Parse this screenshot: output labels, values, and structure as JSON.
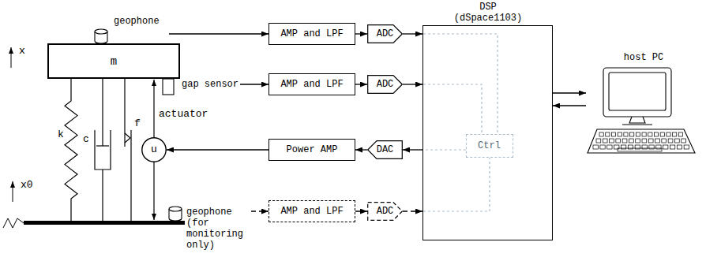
{
  "diagram": {
    "nodes": [
      {
        "text": [
          "geophone"
        ]
      },
      {
        "text": [
          "m"
        ]
      },
      {
        "text": [
          "gap sensor"
        ]
      },
      {
        "text": [
          "u"
        ]
      },
      {
        "text": [
          "geophone (for monitoring only)"
        ]
      },
      {
        "text": [
          "AMP and LPF"
        ]
      },
      {
        "text": [
          "ADC"
        ]
      },
      {
        "text": [
          "AMP and LPF"
        ]
      },
      {
        "text": [
          "ADC"
        ]
      },
      {
        "text": [
          "Power AMP"
        ]
      },
      {
        "text": [
          "DAC"
        ]
      },
      {
        "text": [
          "AMP and LPF"
        ]
      },
      {
        "text": [
          "ADC"
        ]
      },
      {
        "text": [
          "DSP (dSpace1103)"
        ]
      },
      {
        "text": [
          "Ctrl"
        ],
        "in": 13
      },
      {
        "text": [
          "host PC"
        ]
      }
    ],
    "edges": [
      {
        "from": 0,
        "to": 5,
        "arrow": "to"
      },
      {
        "from": 5,
        "to": 6,
        "arrow": "to"
      },
      {
        "from": 6,
        "to": 13,
        "arrow": "to"
      },
      {
        "from": 2,
        "to": 7,
        "arrow": "to"
      },
      {
        "from": 7,
        "to": 8,
        "arrow": "to"
      },
      {
        "from": 8,
        "to": 13,
        "arrow": "to"
      },
      {
        "from": 13,
        "to": 10,
        "arrow": "to"
      },
      {
        "from": 10,
        "to": 9,
        "arrow": "to"
      },
      {
        "from": 9,
        "to": 3,
        "arrow": "to"
      },
      {
        "from": 4,
        "to": 11,
        "arrow": "to"
      },
      {
        "from": 11,
        "to": 12,
        "arrow": "to"
      },
      {
        "from": 12,
        "to": 13,
        "arrow": "to"
      },
      {
        "from": 13,
        "to": 15,
        "arrow": "to"
      },
      {
        "from": 15,
        "to": 13,
        "arrow": "to"
      }
    ],
    "labels": [
      "x",
      "k",
      "c",
      "f",
      "x0",
      "actuator"
    ]
  }
}
